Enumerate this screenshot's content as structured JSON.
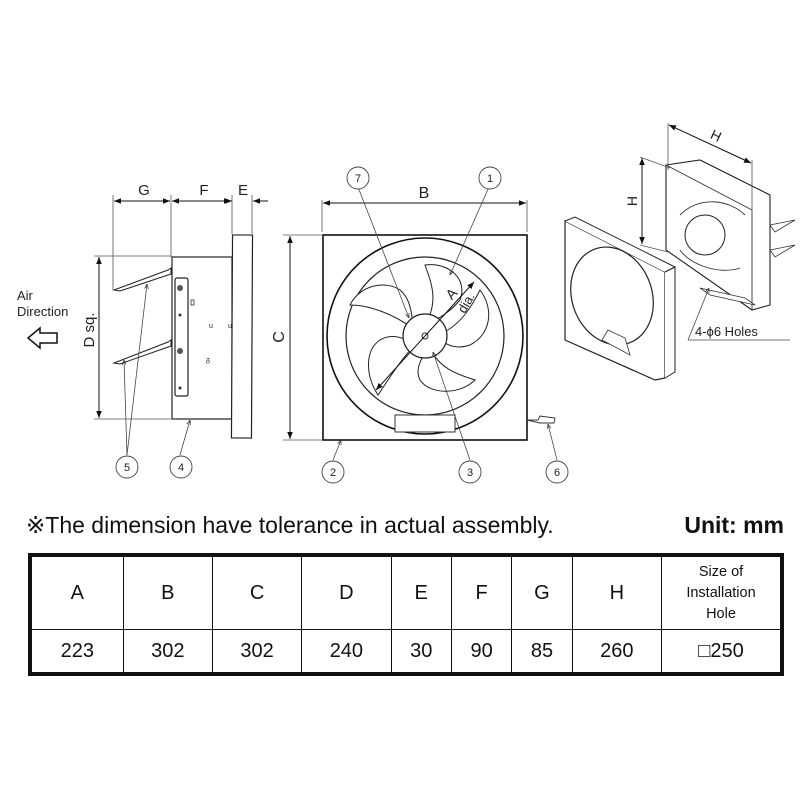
{
  "diagram": {
    "side_view": {
      "dimension_labels": {
        "g": "G",
        "f": "F",
        "e": "E",
        "d": "D sq."
      },
      "air_direction": [
        "Air",
        "Direction"
      ],
      "callouts": [
        "5",
        "4"
      ]
    },
    "front_view": {
      "dimension_labels": {
        "b": "B",
        "c": "C",
        "a": "A",
        "dia": "dia."
      },
      "callouts": [
        "7",
        "1",
        "2",
        "3",
        "6"
      ]
    },
    "iso_view": {
      "dimension_labels": {
        "h_top": "H",
        "h_side": "H"
      },
      "holes_note": "4-ϕ6 Holes"
    }
  },
  "note": "※The dimension have tolerance in actual assembly.",
  "unit": "Unit: mm",
  "table": {
    "headers": [
      "A",
      "B",
      "C",
      "D",
      "E",
      "F",
      "G",
      "H"
    ],
    "last_header": [
      "Size of",
      "Installation",
      "Hole"
    ],
    "values": [
      "223",
      "302",
      "302",
      "240",
      "30",
      "90",
      "85",
      "260",
      "□250"
    ]
  }
}
